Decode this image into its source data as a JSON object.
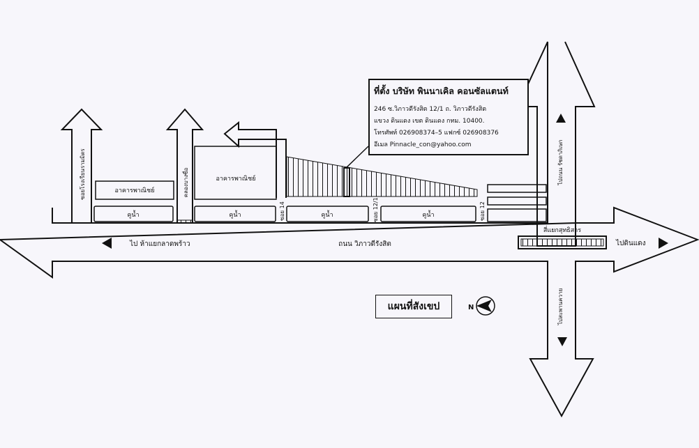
{
  "info": {
    "title": "ที่ตั้ง บริษัท พินนาเคิล คอนซัลแตนท์",
    "address1": "246 ซ.วิภาวดีรังสิต 12/1 ถ. วิภาวดีรังสิต",
    "address2": "แขวง ดินแดง เขต ดินแดง กทม. 10400.",
    "phone": "โทรศัพท์ 026908374–5 แฟกซ์ 026908376",
    "email": "อีเมล Pinnacle_con@yahoo.com"
  },
  "map_title": "แผนที่สังเขป",
  "north_label": "N",
  "labels": {
    "building_left": "อาคารพาณิชย์",
    "building_center": "อาคารพาณิชย์",
    "canal_1": "คูน้ำ",
    "canal_2": "คูน้ำ",
    "canal_3": "คูน้ำ",
    "canal_4": "คูน้ำ",
    "soi_left": "ซอยโรงเรียนรามมิตร",
    "canal_vertical": "คลองบางซื่อ",
    "soi_14": "ซอย 14",
    "soi_12_1": "ซอย 12/1",
    "soi_12": "ซอย 12",
    "to_ladprao": "ไป ห้าแยกลาดพร้าว",
    "main_road": "ถนน วิภาวดีรังสิต",
    "intersection": "สี่แยกสุทธิสาร",
    "to_dindaeng": "ไปดินแดง",
    "to_ratchada": "ไปถนน รัชดาภิเษก",
    "to_saphankwai": "ไปสะพานควาย"
  }
}
